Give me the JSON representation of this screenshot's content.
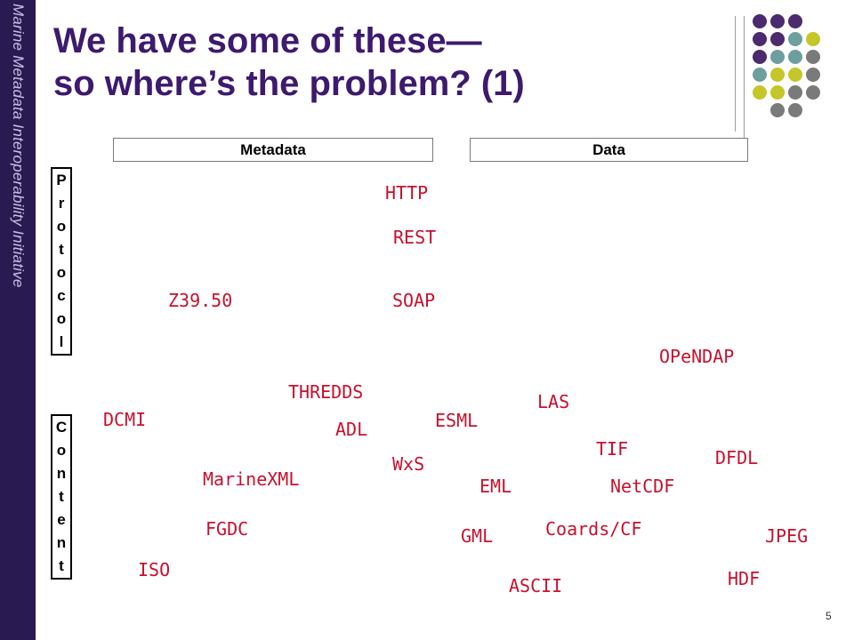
{
  "sidebar": {
    "text": "Marine Metadata Interoperability Initiative"
  },
  "title": {
    "line1": "We have some of these—",
    "line2": "so where’s the problem? (1)"
  },
  "columns": {
    "metadata": "Metadata",
    "data": "Data"
  },
  "rows": {
    "protocol": "Protocol",
    "content": "Content"
  },
  "terms": {
    "http": "HTTP",
    "rest": "REST",
    "z3950": "Z39.50",
    "soap": "SOAP",
    "opendap": "OPeNDAP",
    "thredds": "THREDDS",
    "las": "LAS",
    "dcmi": "DCMI",
    "esml": "ESML",
    "adl": "ADL",
    "tif": "TIF",
    "dfdl": "DFDL",
    "wxs": "WxS",
    "marinexml": "MarineXML",
    "eml": "EML",
    "netcdf": "NetCDF",
    "fgdc": "FGDC",
    "coards": "Coards/CF",
    "gml": "GML",
    "jpeg": "JPEG",
    "iso": "ISO",
    "hdf": "HDF",
    "ascii": "ASCII"
  },
  "page_number": "5",
  "colors": {
    "sidebar": "#2a1a52",
    "title": "#3d1a6e",
    "term": "#c8102e",
    "dot_purple": "#4b2a6e",
    "dot_teal": "#6e9fa0",
    "dot_lime": "#c4c62a",
    "dot_gray": "#7a7a7a"
  },
  "decoration": {
    "dot_grid": [
      [
        "purple",
        "purple",
        "purple",
        null
      ],
      [
        "purple",
        "purple",
        "teal",
        "lime"
      ],
      [
        "purple",
        "teal",
        "teal",
        "gray"
      ],
      [
        "teal",
        "lime",
        "lime",
        "gray"
      ],
      [
        "lime",
        "lime",
        "gray",
        "gray"
      ],
      [
        null,
        "gray",
        "gray",
        null
      ]
    ]
  }
}
